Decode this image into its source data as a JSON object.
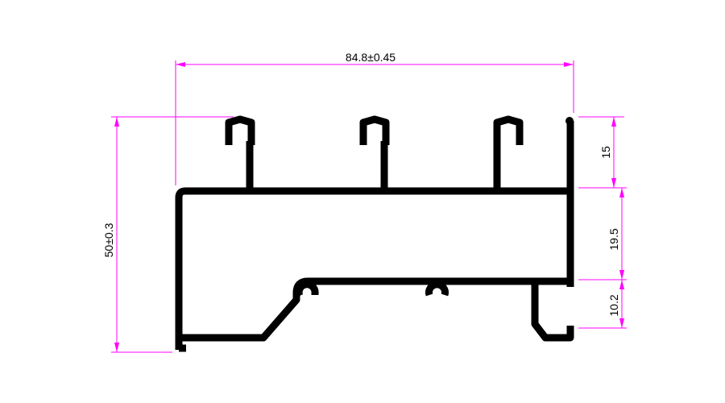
{
  "dimensions": {
    "overall_width": "84.8±0.45",
    "overall_height": "50±0.3",
    "top_segment": "15",
    "middle_segment": "19.5",
    "bottom_segment": "10.2"
  },
  "colors": {
    "dimension": "#ff00ff",
    "profile": "#000000"
  }
}
